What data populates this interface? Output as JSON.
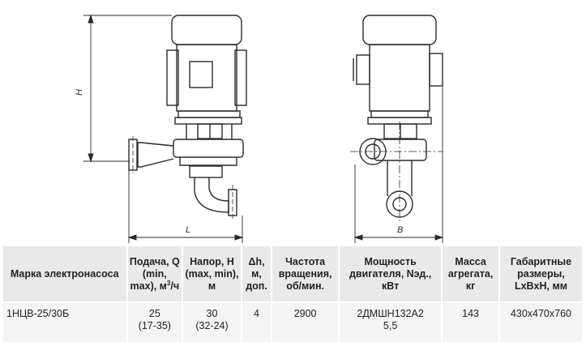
{
  "drawing": {
    "dim_h": "H",
    "dim_l": "L",
    "dim_b": "B"
  },
  "table": {
    "headers": {
      "model": "Марка электронасоса",
      "flow": "Подача, Q (min, max), м",
      "flow_unit_tail": "/ч",
      "head": "Напор, H (max, min), м",
      "dh": "Δh, м, доп.",
      "speed": "Частота вращения, об/мин.",
      "power": "Мощность двигателя, Nэд., кВт",
      "mass": "Масса агрегата, кг",
      "dims": "Габаритные размеры, LxBxH, мм"
    },
    "row": {
      "model": "1НЦВ-25/30Б",
      "flow_main": "25",
      "flow_range": "(17-35)",
      "head_main": "30",
      "head_range": "(32-24)",
      "dh": "4",
      "speed": "2900",
      "motor": "2ДМШН132А2",
      "power": "5,5",
      "mass": "143",
      "dims": "430x470x760"
    }
  }
}
